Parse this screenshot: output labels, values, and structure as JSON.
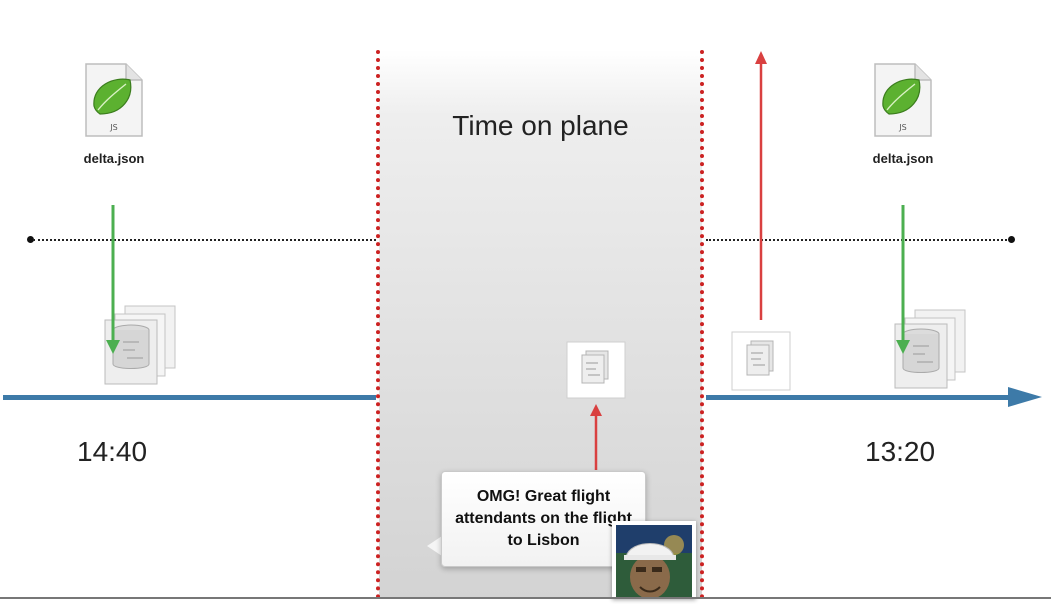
{
  "plane_section": {
    "title": "Time on plane"
  },
  "files": [
    {
      "name": "delta.json",
      "badge": "JS"
    },
    {
      "name": "delta.json",
      "badge": "JS"
    }
  ],
  "times": {
    "left": "14:40",
    "right": "13:20"
  },
  "tweet": {
    "text": "OMG! Great flight attendants on the flight to Lisbon"
  },
  "colors": {
    "timeline": "#3d7aa8",
    "sync_arrow": "#4caf50",
    "upload_arrow": "#d94040",
    "plane_boundary": "#cc2222"
  },
  "icons": {
    "file_icon": "js-file-icon",
    "database_icon": "local-database-icon",
    "document_icon": "queued-document-icon",
    "avatar": "user-avatar"
  }
}
